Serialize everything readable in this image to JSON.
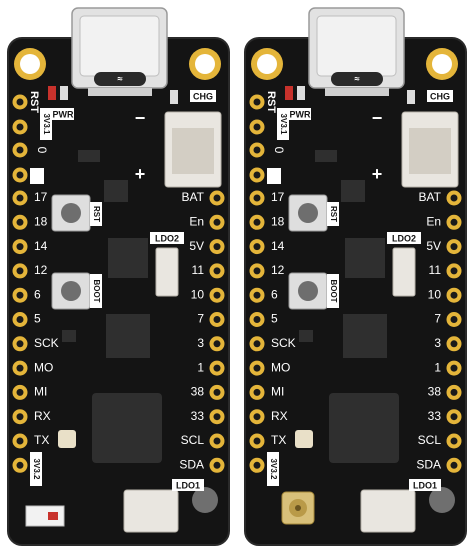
{
  "colors": {
    "pcb": "#141414",
    "pcb_edge": "#2a2a2a",
    "gold": "#e4b53a",
    "silk": "#ffffff",
    "usb_metal": "#dcdcdc",
    "jst_body": "#e9e6e0",
    "chip": "#2f2f2f",
    "red_led": "#c8322c"
  },
  "boards": [
    {
      "id": "left",
      "top_labels": {
        "rst": "RST",
        "pwr": "PWR",
        "chg": "CHG",
        "v33_1": "3V3.1",
        "v33_2": "3V3.2",
        "rst_button": "RST",
        "boot_button": "BOOT",
        "ldo2": "LDO2",
        "ldo1": "LDO1",
        "minus": "−",
        "plus": "+",
        "zero": "0"
      },
      "left_pins": [
        "17",
        "18",
        "14",
        "12",
        "6",
        "5",
        "SCK",
        "MO",
        "MI",
        "RX",
        "TX"
      ],
      "right_pins": [
        "BAT",
        "En",
        "5V",
        "11",
        "10",
        "7",
        "3",
        "1",
        "38",
        "33",
        "SCL",
        "SDA"
      ]
    },
    {
      "id": "right",
      "top_labels": {
        "rst": "RST",
        "pwr": "PWR",
        "chg": "CHG",
        "v33_1": "3V3.1",
        "v33_2": "3V3.2",
        "rst_button": "RST",
        "boot_button": "BOOT",
        "ldo2": "LDO2",
        "ldo1": "LDO1",
        "minus": "−",
        "plus": "+",
        "zero": "0"
      },
      "left_pins": [
        "17",
        "18",
        "14",
        "12",
        "6",
        "5",
        "SCK",
        "MO",
        "MI",
        "RX",
        "TX"
      ],
      "right_pins": [
        "BAT",
        "En",
        "5V",
        "11",
        "10",
        "7",
        "3",
        "1",
        "38",
        "33",
        "SCL",
        "SDA"
      ]
    }
  ]
}
